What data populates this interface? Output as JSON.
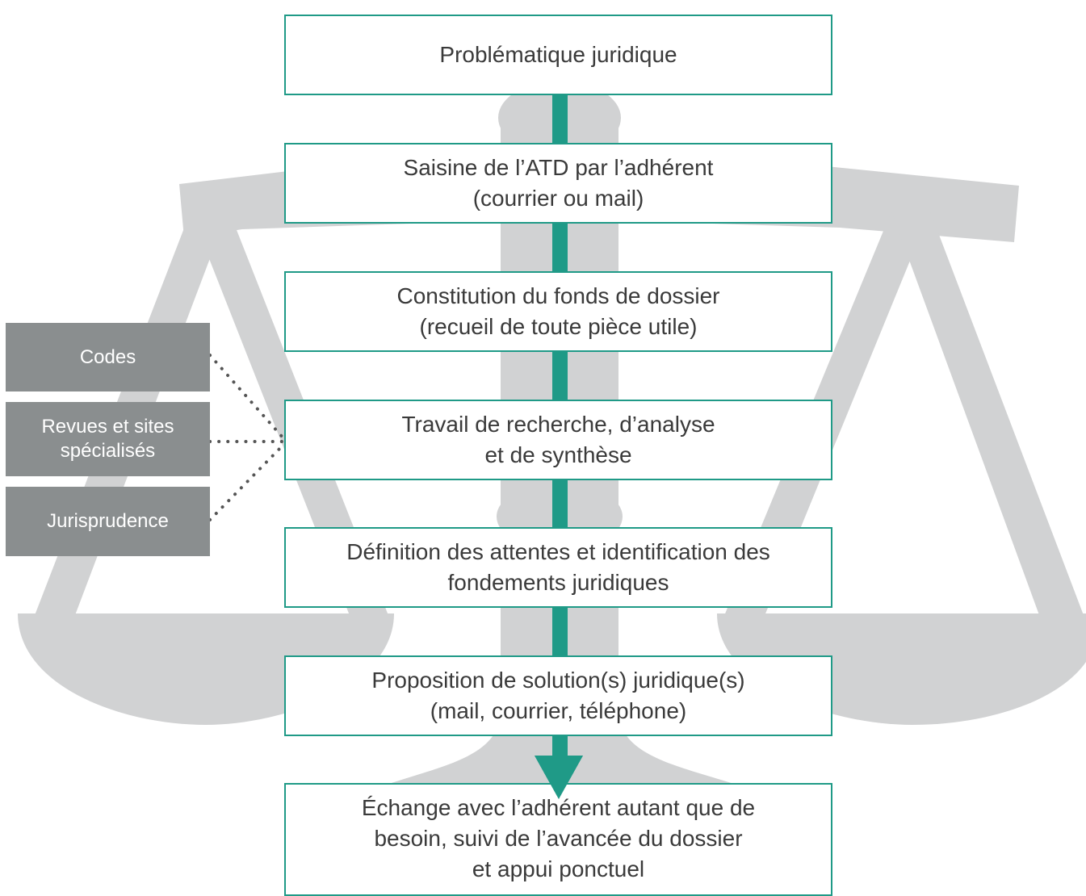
{
  "colors": {
    "scale_gray": "#d1d2d3",
    "accent_teal": "#1f9a87",
    "source_box": "#8a8e8f",
    "step_text": "#3a3a3a",
    "dots": "#555555"
  },
  "steps": [
    {
      "lines": [
        "Problématique juridique"
      ]
    },
    {
      "lines": [
        "Saisine de l’ATD par l’adhérent",
        "(courrier ou mail)"
      ]
    },
    {
      "lines": [
        "Constitution du fonds de dossier",
        "(recueil de toute pièce utile)"
      ]
    },
    {
      "lines": [
        "Travail de recherche, d’analyse",
        "et de synthèse"
      ]
    },
    {
      "lines": [
        "Définition des attentes et identification des",
        "fondements juridiques"
      ]
    },
    {
      "lines": [
        "Proposition de solution(s) juridique(s)",
        "(mail, courrier, téléphone)"
      ]
    },
    {
      "lines": [
        "Échange avec l’adhérent autant que de",
        "besoin, suivi de l’avancée du dossier",
        "et appui ponctuel"
      ]
    }
  ],
  "sources": [
    {
      "lines": [
        "Codes"
      ]
    },
    {
      "lines": [
        "Revues et sites",
        "spécialisés"
      ]
    },
    {
      "lines": [
        "Jurisprudence"
      ]
    }
  ]
}
